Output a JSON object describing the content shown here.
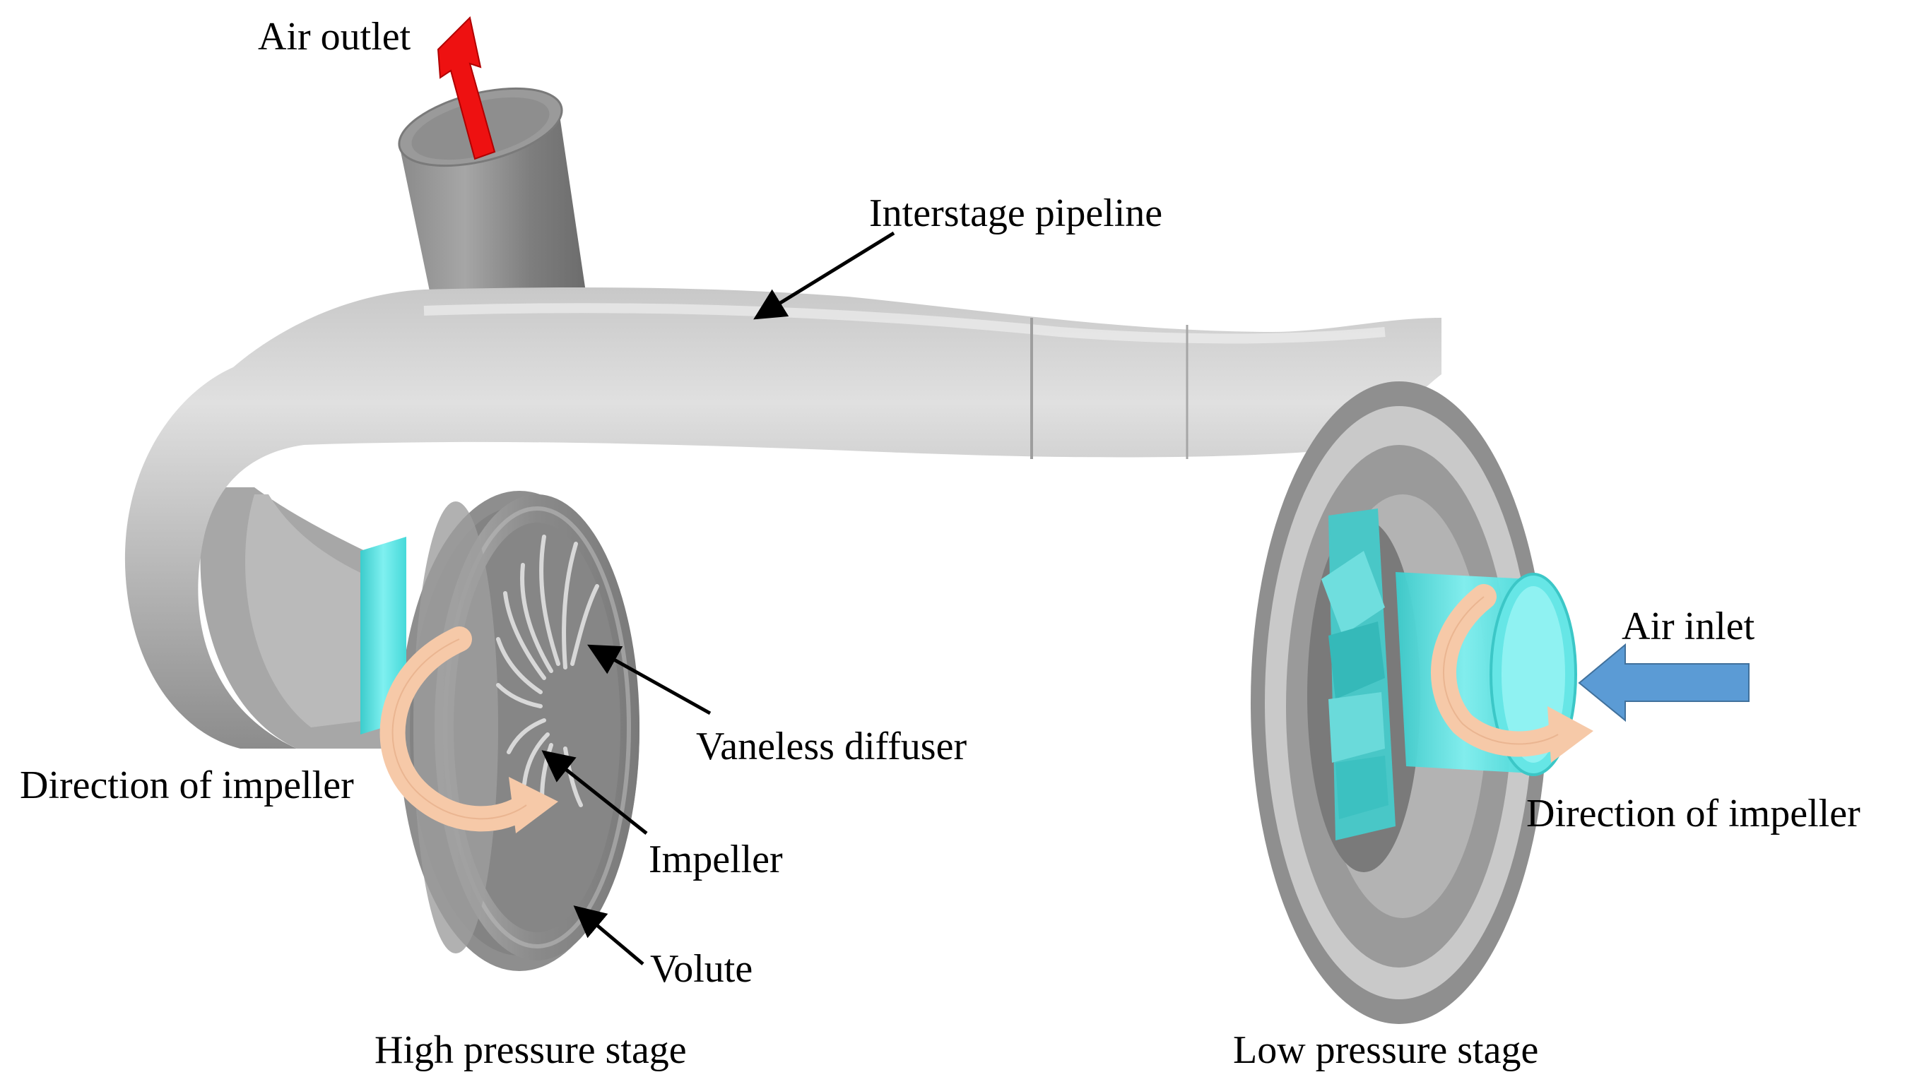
{
  "labels": {
    "air_outlet": "Air outlet",
    "interstage_pipeline": "Interstage pipeline",
    "air_inlet": "Air inlet",
    "vaneless_diffuser": "Vaneless diffuser",
    "impeller": "Impeller",
    "volute": "Volute",
    "direction_of_impeller_hp": "Direction of impeller",
    "direction_of_impeller_lp": "Direction of impeller",
    "high_pressure_stage": "High pressure stage",
    "low_pressure_stage": "Low pressure stage"
  },
  "colors": {
    "background": "#ffffff",
    "metal_light": "#d6d6d6",
    "metal_mid": "#b4b4b4",
    "metal_dark": "#7d7d7d",
    "cyan_inlet": "#5fe3e3",
    "outlet_arrow": "#ee1111",
    "inlet_arrow": "#5b9bd5",
    "rotation_arrow": "#f6c9a8"
  }
}
